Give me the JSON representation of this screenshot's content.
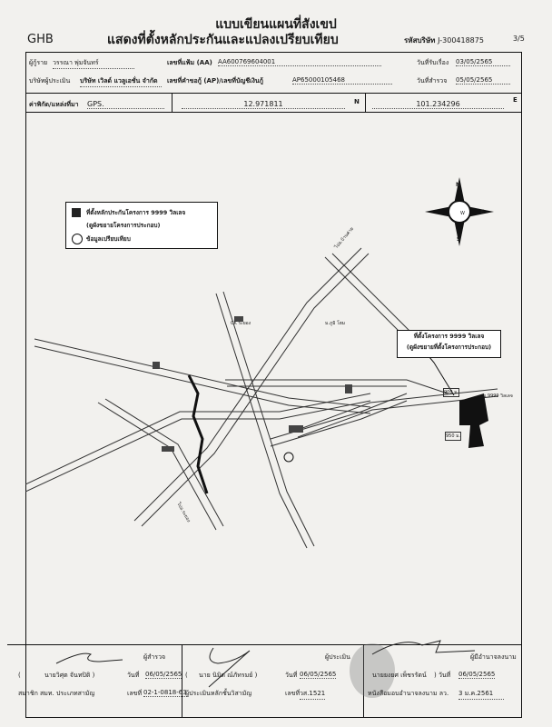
{
  "header": {
    "title_line1": "แบบเขียนแผนที่สังเขป",
    "title_line2": "แสดงที่ตั้งหลักประกันและแปลงเปรียบเทียบ",
    "bank": "GHB",
    "company_code_label": "รหัสบริษัท",
    "company_code": "J-300418875",
    "page": "3/5"
  },
  "info": {
    "borrower_label": "ผู้กู้ราย",
    "borrower": "วรรณา พุ่มจันทร์",
    "file_no_label": "เลขที่แฟ้ม (AA)",
    "file_no": "AA600769604001",
    "received_date_label": "วันที่รับเรื่อง",
    "received_date": "03/05/2565",
    "appraiser_company_label": "บริษัทผู้ประเมิน",
    "appraiser_company": "บริษัท เวิลด์ แวลูเอชั่น จำกัด",
    "loan_no_label": "เลขที่คำขอกู้ (AP)/เลขที่บัญชีเงินกู้",
    "loan_no": "AP65000105468",
    "survey_date_label": "วันที่สำรวจ",
    "survey_date": "05/05/2565"
  },
  "gps": {
    "label": "ค่าพิกัด/แหล่งที่มา",
    "source": "GPS.",
    "lat": "12.971811",
    "lat_dir": "N",
    "lon": "101.234296",
    "lon_dir": "E"
  },
  "map": {
    "legend": {
      "collateral": "ที่ตั้งหลักประกันโครงการ 9999 วิลเลจ",
      "collateral_note": "(ดูผังขยายโครงการประกอบ)",
      "comparable": "ข้อมูลเปรียบเทียบ"
    },
    "callout_line1": "ที่ตั้งโครงการ 9999 วิลเลจ",
    "callout_line2": "(ดูผังขยายที่ตั้งโครงการประกอบ)",
    "compass": {
      "n": "N",
      "s": "S",
      "e": "E",
      "w": "W"
    },
    "labels": {
      "project": "ม.9999 วิลเลจ",
      "ck": "CK ระยอง",
      "phumi": "ม.ภูมิ โฮม",
      "dist1": "900 ม.",
      "dist2": "950 ม.",
      "to_rayong": "ไปอ.ระยอง",
      "to_ban_khai": "ไปอ.บ้านค่าย"
    }
  },
  "footer": {
    "surveyor_role": "ผู้สำรวจ",
    "surveyor_name": "นายวิศุต จันทปิติ",
    "surveyor_date_label": "วันที่",
    "surveyor_date": "06/05/2565",
    "surveyor_member": "สมาชิก สมท. ประเภทสามัญ",
    "surveyor_no_label": "เลขที่",
    "surveyor_no": "02-1-0818-63",
    "appraiser_role": "ผู้ประเมิน",
    "appraiser_name": "นาย นิมิต ณ์ภัทรมย์",
    "appraiser_date_label": "วันที่",
    "appraiser_date": "06/05/2565",
    "appraiser_level": "ผู้ประเมินหลักชั้นวิสามัญ",
    "appraiser_no_label": "เลขที่",
    "appraiser_no": "วส.1521",
    "signatory_role": "ผู้มีอำนาจลงนาม",
    "signatory_name": "นายยงยศ เพ็ชรรัตน์",
    "signatory_date_label": "วันที่",
    "signatory_date": "06/05/2565",
    "signatory_auth": "หนังสือมอบอำนาจลงนาม ลว.",
    "signatory_auth_date": "3 ม.ค.2561"
  }
}
